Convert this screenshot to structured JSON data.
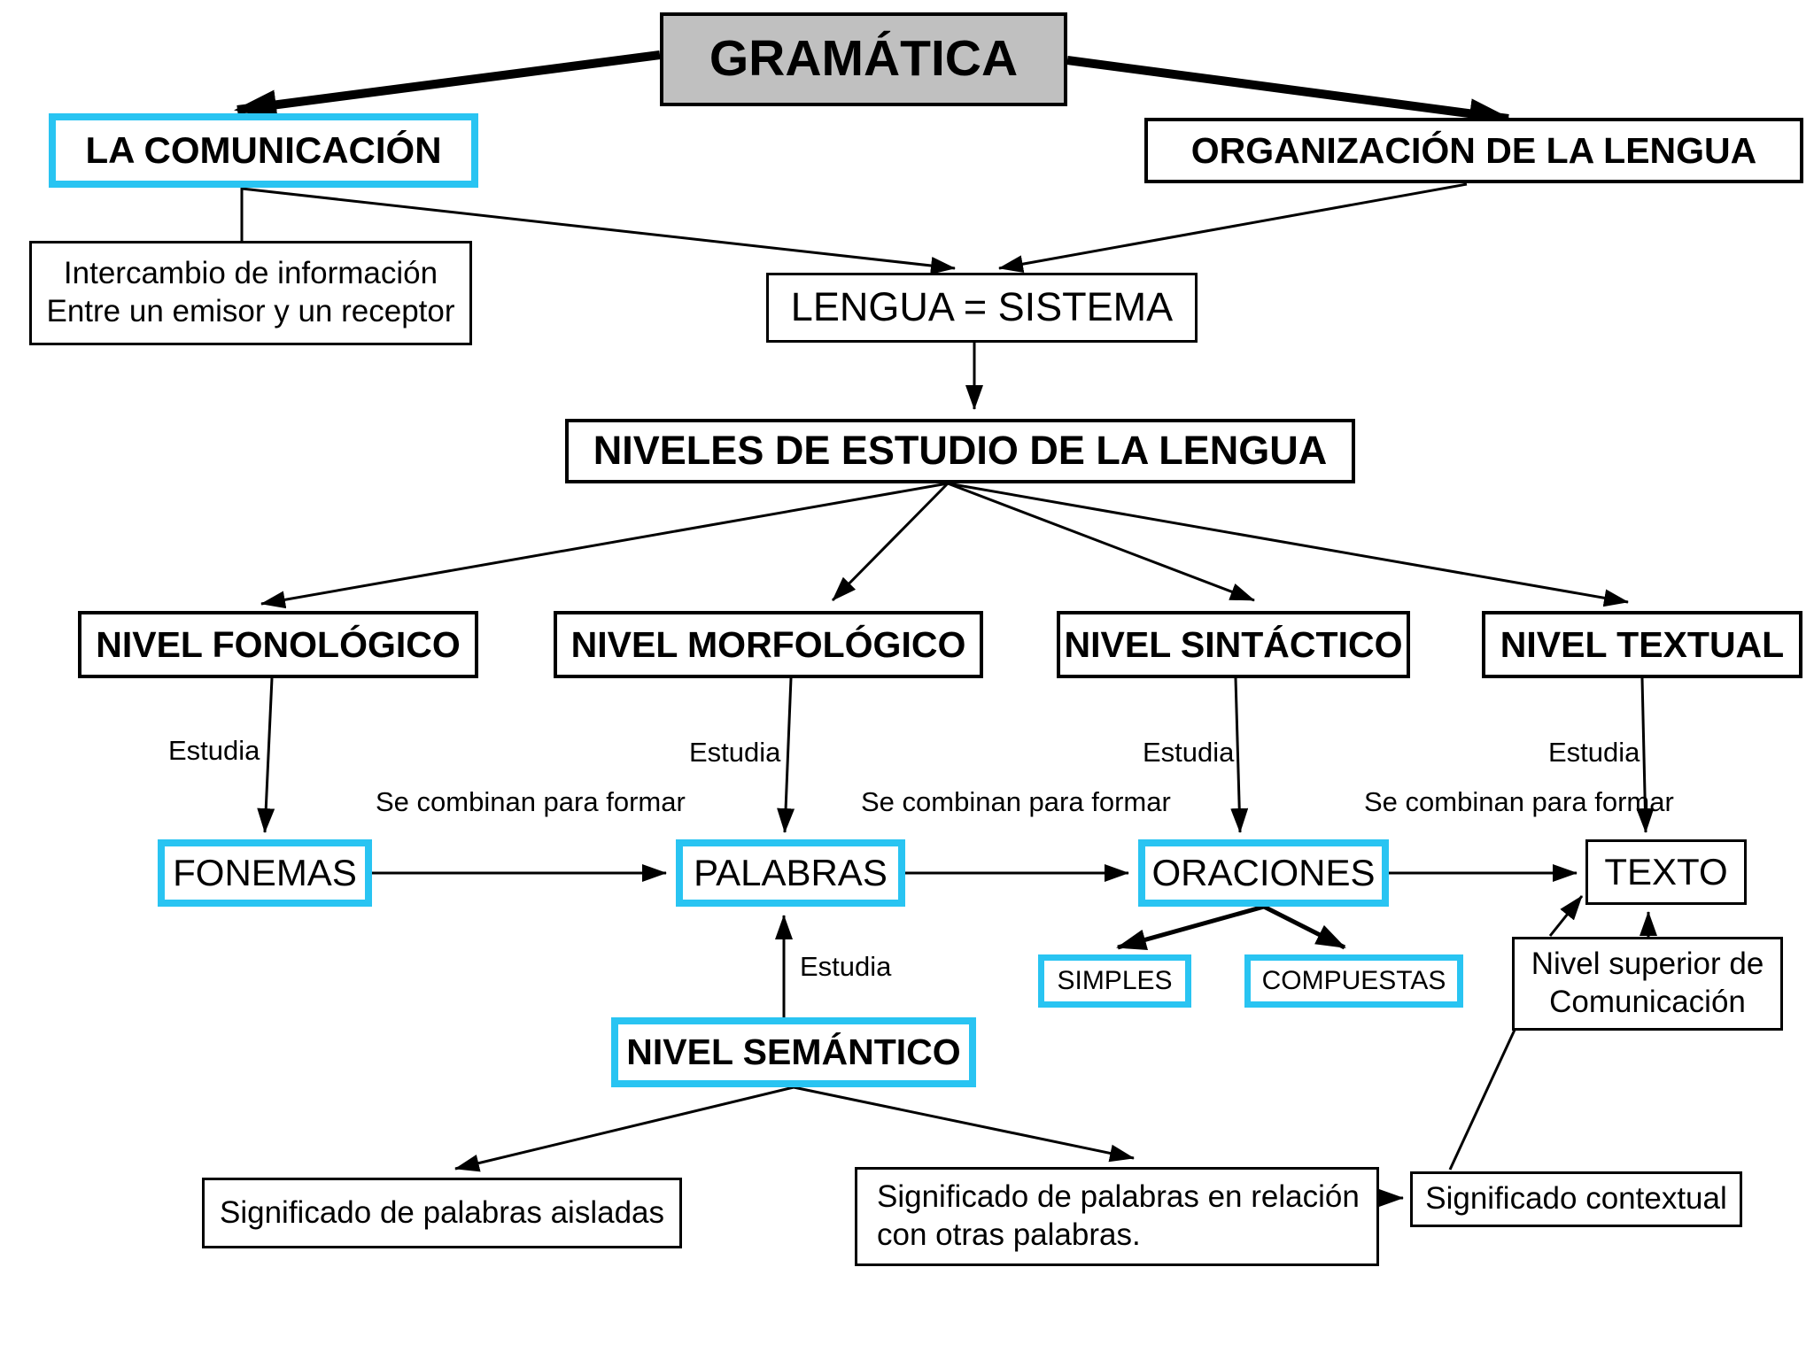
{
  "diagram": {
    "title": "GRAMÁTICA",
    "nodes": {
      "gramatica": "GRAMÁTICA",
      "la_comunicacion": "LA COMUNICACIÓN",
      "organizacion": "ORGANIZACIÓN DE LA LENGUA",
      "intercambio_line1": "Intercambio de información",
      "intercambio_line2": "Entre un emisor y un receptor",
      "lengua_sistema": "LENGUA = SISTEMA",
      "niveles": "NIVELES DE ESTUDIO DE LA LENGUA",
      "nivel_fonologico": "NIVEL FONOLÓGICO",
      "nivel_morfologico": "NIVEL MORFOLÓGICO",
      "nivel_sintactico": "NIVEL SINTÁCTICO",
      "nivel_textual": "NIVEL TEXTUAL",
      "fonemas": "FONEMAS",
      "palabras": "PALABRAS",
      "oraciones": "ORACIONES",
      "texto": "TEXTO",
      "simples": "SIMPLES",
      "compuestas": "COMPUESTAS",
      "nivel_superior_line1": "Nivel superior de",
      "nivel_superior_line2": "Comunicación",
      "nivel_semantico": "NIVEL SEMÁNTICO",
      "sig_aisladas": "Significado de palabras aisladas",
      "sig_relacion_line1": "Significado de palabras en relación",
      "sig_relacion_line2": "con otras palabras.",
      "sig_contextual": "Significado contextual"
    },
    "edge_labels": {
      "estudia": "Estudia",
      "se_combinan": "Se combinan para formar"
    },
    "colors": {
      "highlight_border": "#29C4F2",
      "box_border": "#000000",
      "root_fill": "#C0C0C0",
      "background": "#FFFFFF"
    }
  }
}
